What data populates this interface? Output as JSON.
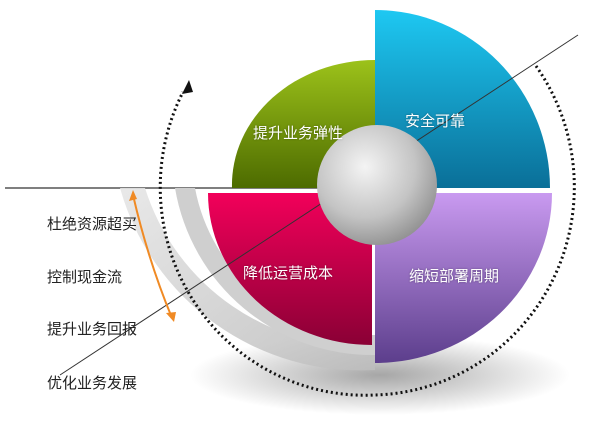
{
  "diagram": {
    "quadrants": [
      {
        "id": "top-left",
        "label": "提升业务弹性",
        "color": "#7fa80a"
      },
      {
        "id": "top-right",
        "label": "安全可靠",
        "color": "#12b4e0"
      },
      {
        "id": "bottom-left",
        "label": "降低运营成本",
        "color": "#e0004f"
      },
      {
        "id": "bottom-right",
        "label": "缩短部署周期",
        "color": "#a67ad8"
      }
    ],
    "side_labels": [
      "杜绝资源超买",
      "控制现金流",
      "提升业务回报",
      "优化业务发展"
    ],
    "colors": {
      "arrow": "#f08a24",
      "dotted_arc": "#111111",
      "hub": "#c8c8c8"
    }
  }
}
